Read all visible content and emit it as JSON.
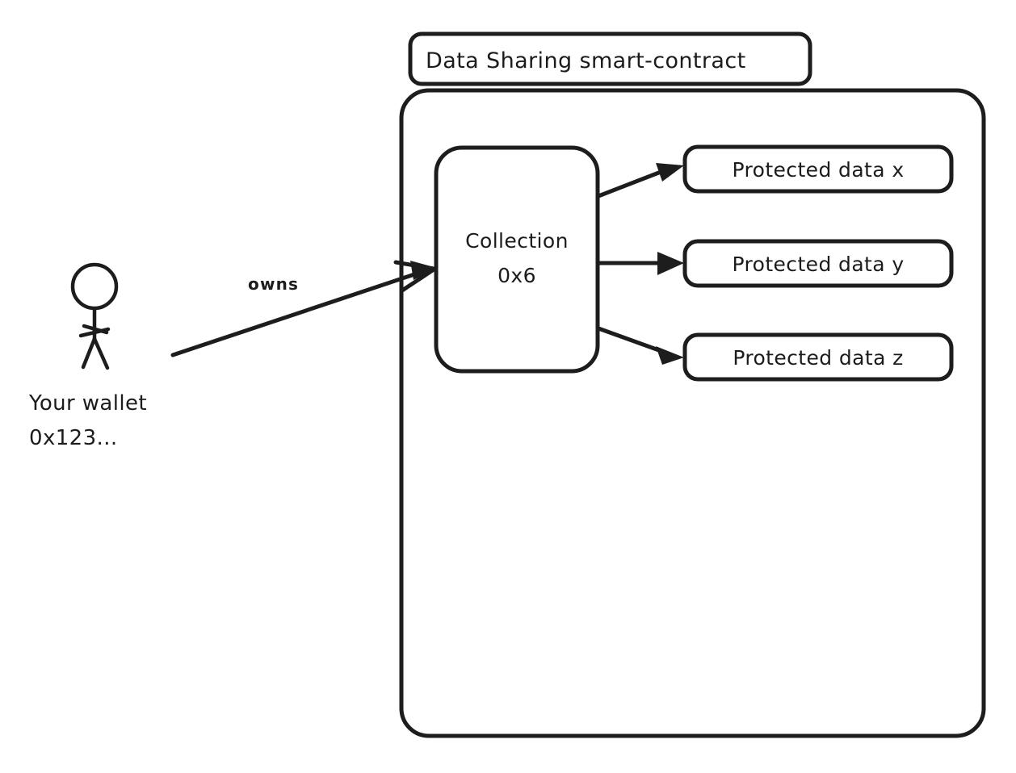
{
  "diagram": {
    "title_label": "Data Sharing smart-contract",
    "container": {
      "name": "data-sharing-smart-contract"
    },
    "collection": {
      "line1": "Collection",
      "line2": "0x6"
    },
    "protected_data": [
      {
        "label": "Protected data x"
      },
      {
        "label": "Protected data y"
      },
      {
        "label": "Protected data z"
      }
    ],
    "actor": {
      "line1": "Your wallet",
      "line2": "0x123..."
    },
    "edges": [
      {
        "label": "owns",
        "from": "actor",
        "to": "collection"
      },
      {
        "label": "",
        "from": "collection",
        "to": "protected-data-x"
      },
      {
        "label": "",
        "from": "collection",
        "to": "protected-data-y"
      },
      {
        "label": "",
        "from": "collection",
        "to": "protected-data-z"
      }
    ],
    "colors": {
      "stroke": "#1d1d1d",
      "fill": "#ffffff",
      "background": "#ffffff"
    }
  }
}
